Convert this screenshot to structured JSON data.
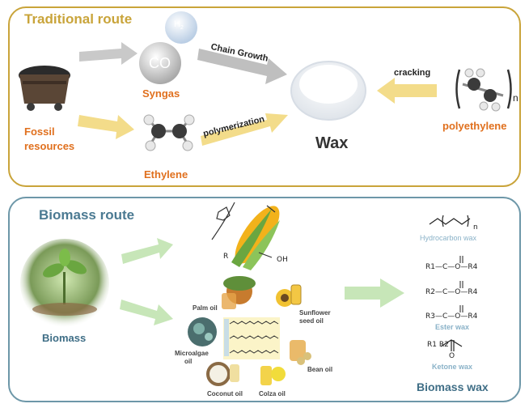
{
  "traditional": {
    "title": "Traditional route",
    "h2_label": "H",
    "h2_sub": "2",
    "co_label": "CO",
    "syngas": "Syngas",
    "chain_growth": "Chain Growth",
    "fossil": "Fossil",
    "resources": "resources",
    "polymerization": "polymerization",
    "ethylene": "Ethylene",
    "wax": "Wax",
    "cracking": "cracking",
    "polyethylene": "polyethylene",
    "n": "n"
  },
  "biomass": {
    "title": "Biomass route",
    "biomass": "Biomass",
    "palm_oil": "Palm oil",
    "sunflower_oil": "Sunflower",
    "sunflower_oil_2": "seed oil",
    "microalgae": "Microalgae",
    "microalgae_2": "oil",
    "bean_oil": "Bean oil",
    "coconut_oil": "Coconut oil",
    "colza_oil": "Colza oil",
    "hydrocarbon_wax": "Hydrocarbon wax",
    "ester_wax": "Ester wax",
    "ketone_wax": "Ketone wax",
    "biomass_wax": "Biomass wax",
    "ester_1": "R1—C—O—R4",
    "ester_2": "R2—C—O—R4",
    "ester_3": "R3—C—O—R4",
    "ketone": "R1        R2",
    "oh": "OH",
    "r": "R",
    "o": "O",
    "n": "n"
  },
  "colors": {
    "top_border": "#c9a43a",
    "bottom_border": "#6d97a8",
    "orange_label": "#e0701e",
    "gray_arrow": "#bfbfbf",
    "yellow_arrow": "#f3dc8a",
    "green_arrow": "#c7e6b8"
  }
}
